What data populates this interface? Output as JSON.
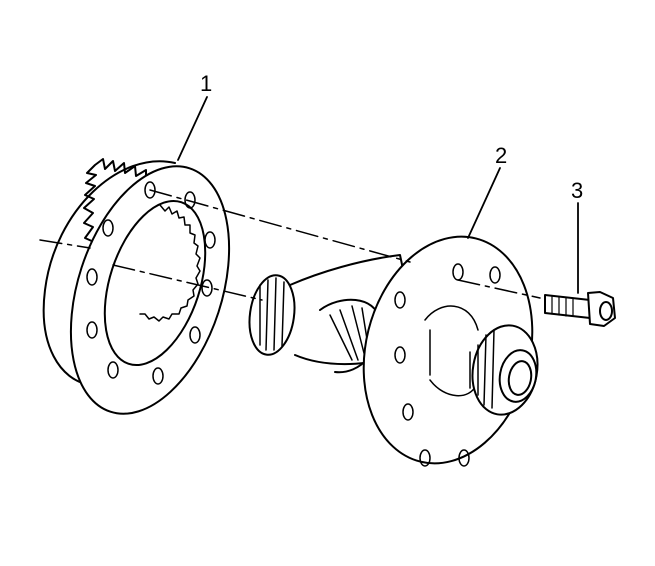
{
  "callouts": [
    {
      "id": "ring-gear",
      "number": "1"
    },
    {
      "id": "differential-case",
      "number": "2"
    },
    {
      "id": "bolt",
      "number": "3"
    }
  ],
  "colors": {
    "line": "#000000",
    "background": "#ffffff"
  }
}
